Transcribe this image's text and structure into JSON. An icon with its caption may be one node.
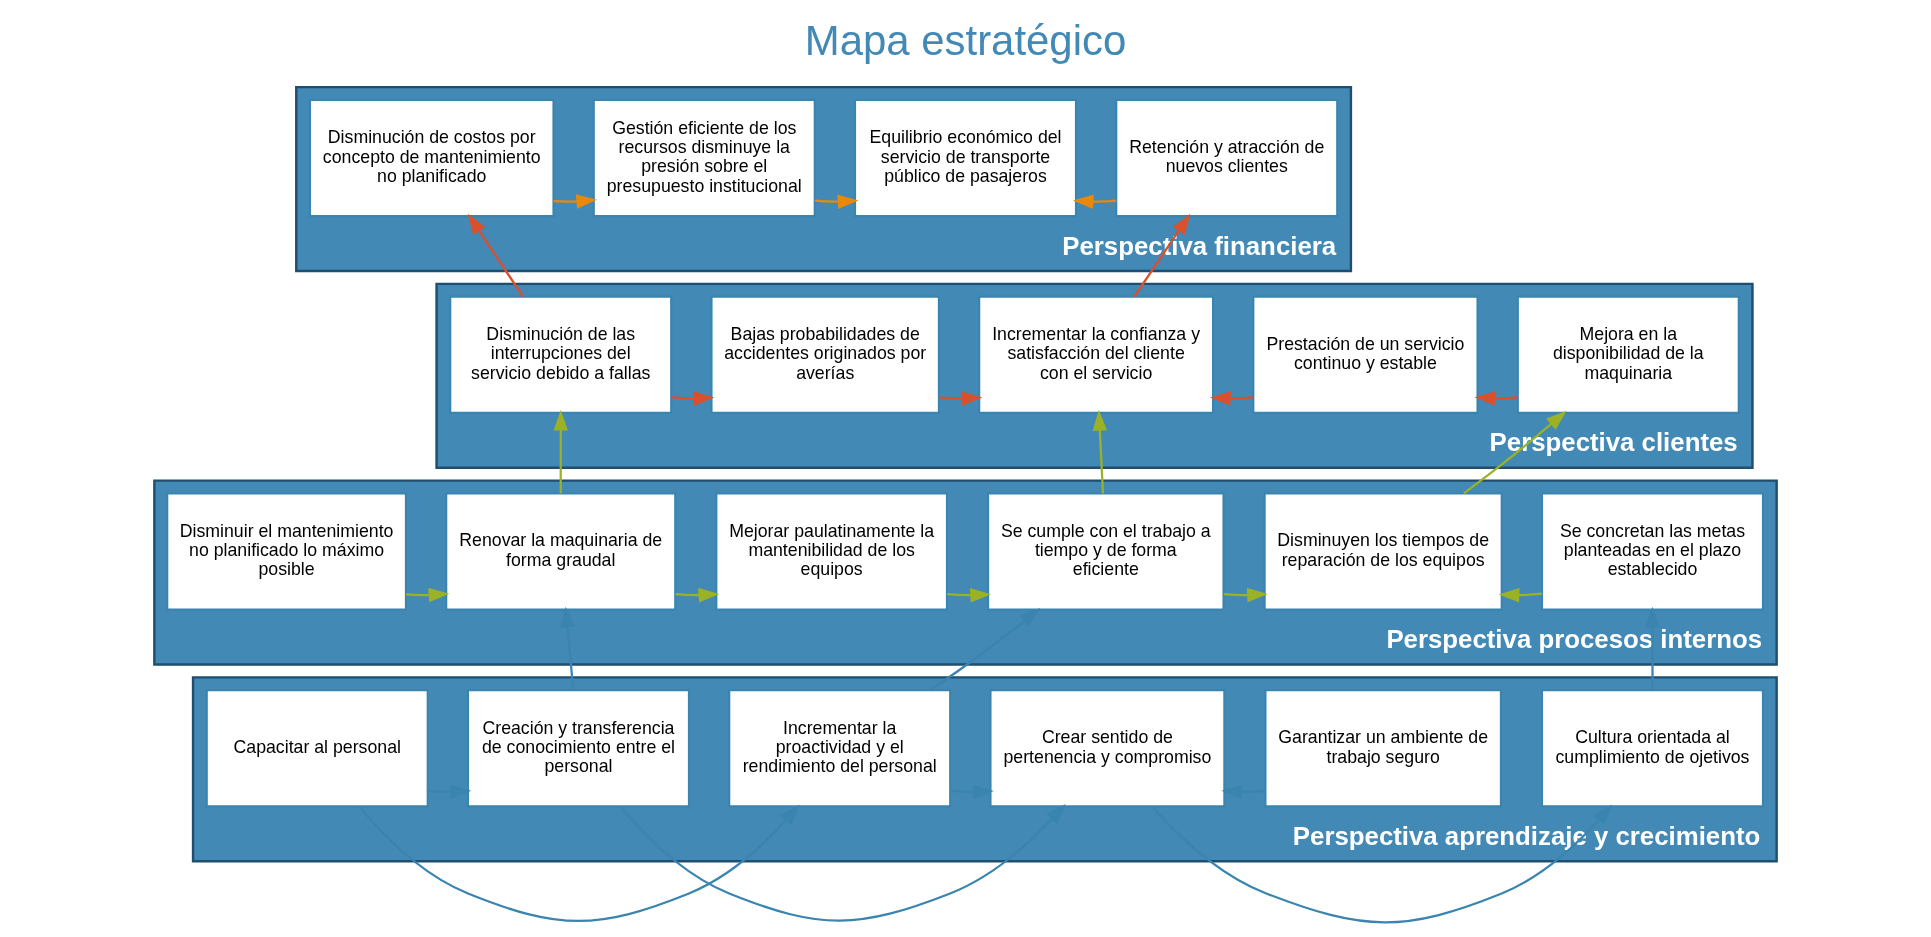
{
  "diagram": {
    "title": "Mapa estratégico",
    "nodes": [
      {
        "text": [
          "Perspectiva financiera"
        ]
      },
      {
        "text": [
          "Disminución de costos por concepto de mantenimiento no planificado"
        ],
        "in": 0
      },
      {
        "text": [
          "Gestión eficiente de los recursos disminuye la presión sobre el presupuesto institucional"
        ],
        "in": 0
      },
      {
        "text": [
          "Equilibrio económico del servicio de transporte público de pasajeros"
        ],
        "in": 0
      },
      {
        "text": [
          "Retención y atracción de nuevos clientes"
        ],
        "in": 0
      },
      {
        "text": [
          "Perspectiva clientes"
        ]
      },
      {
        "text": [
          "Disminución de las interrupciones del servicio debido a fallas"
        ],
        "in": 5
      },
      {
        "text": [
          "Bajas probabilidades de accidentes originados por averías"
        ],
        "in": 5
      },
      {
        "text": [
          "Incrementar la confianza y satisfacción del cliente con el servicio"
        ],
        "in": 5
      },
      {
        "text": [
          "Prestación de un servicio continuo y estable"
        ],
        "in": 5
      },
      {
        "text": [
          "Mejora en la disponibilidad de la maquinaria"
        ],
        "in": 5
      },
      {
        "text": [
          "Perspectiva procesos internos"
        ]
      },
      {
        "text": [
          "Disminuir el mantenimiento no planificado lo máximo posible"
        ],
        "in": 11
      },
      {
        "text": [
          "Renovar la maquinaria de forma graudal"
        ],
        "in": 11
      },
      {
        "text": [
          "Mejorar paulatinamente la mantenibilidad de los equipos"
        ],
        "in": 11
      },
      {
        "text": [
          "Se cumple con el trabajo a tiempo y de forma eficiente"
        ],
        "in": 11
      },
      {
        "text": [
          "Disminuyen los tiempos de reparación de los equipos"
        ],
        "in": 11
      },
      {
        "text": [
          "Se concretan las metas planteadas en el plazo establecido"
        ],
        "in": 11
      },
      {
        "text": [
          "Perspectiva aprendizaje y crecimiento"
        ]
      },
      {
        "text": [
          "Capacitar al personal"
        ],
        "in": 18
      },
      {
        "text": [
          "Creación y transferencia de conocimiento entre el personal"
        ],
        "in": 18
      },
      {
        "text": [
          "Incrementar la proactividad y el rendimiento del personal"
        ],
        "in": 18
      },
      {
        "text": [
          "Crear sentido de pertenencia y compromiso"
        ],
        "in": 18
      },
      {
        "text": [
          "Garantizar un ambiente de trabajo seguro"
        ],
        "in": 18
      },
      {
        "text": [
          "Cultura orientada al cumplimiento de ojetivos"
        ],
        "in": 18
      }
    ],
    "edges": [
      {
        "from": 1,
        "to": 2,
        "arrow": "to",
        "color": "#e8890c"
      },
      {
        "from": 2,
        "to": 3,
        "arrow": "to",
        "color": "#e8890c"
      },
      {
        "from": 4,
        "to": 3,
        "arrow": "to",
        "color": "#e8890c"
      },
      {
        "from": 6,
        "to": 1,
        "arrow": "to",
        "color": "#d9512c"
      },
      {
        "from": 6,
        "to": 7,
        "arrow": "to",
        "color": "#d9512c"
      },
      {
        "from": 7,
        "to": 8,
        "arrow": "to",
        "color": "#d9512c"
      },
      {
        "from": 8,
        "to": 4,
        "arrow": "to",
        "color": "#d9512c"
      },
      {
        "from": 9,
        "to": 8,
        "arrow": "to",
        "color": "#d9512c"
      },
      {
        "from": 10,
        "to": 9,
        "arrow": "to",
        "color": "#d9512c"
      },
      {
        "from": 13,
        "to": 6,
        "arrow": "to",
        "color": "#9bb226"
      },
      {
        "from": 12,
        "to": 13,
        "arrow": "to",
        "color": "#9bb226"
      },
      {
        "from": 13,
        "to": 14,
        "arrow": "to",
        "color": "#9bb226"
      },
      {
        "from": 14,
        "to": 15,
        "arrow": "to",
        "color": "#9bb226"
      },
      {
        "from": 15,
        "to": 8,
        "arrow": "to",
        "color": "#9bb226"
      },
      {
        "from": 15,
        "to": 16,
        "arrow": "to",
        "color": "#9bb226"
      },
      {
        "from": 16,
        "to": 10,
        "arrow": "to",
        "color": "#9bb226"
      },
      {
        "from": 17,
        "to": 16,
        "arrow": "to",
        "color": "#9bb226"
      },
      {
        "from": 19,
        "to": 20,
        "arrow": "to"
      },
      {
        "from": 20,
        "to": 13,
        "arrow": "to"
      },
      {
        "from": 19,
        "to": 21,
        "arrow": "to"
      },
      {
        "from": 21,
        "to": 15,
        "arrow": "to"
      },
      {
        "from": 21,
        "to": 22,
        "arrow": "to"
      },
      {
        "from": 20,
        "to": 22,
        "arrow": "to"
      },
      {
        "from": 23,
        "to": 22,
        "arrow": "to"
      },
      {
        "from": 22,
        "to": 24,
        "arrow": "to"
      },
      {
        "from": 24,
        "to": 17,
        "arrow": "to"
      }
    ]
  }
}
